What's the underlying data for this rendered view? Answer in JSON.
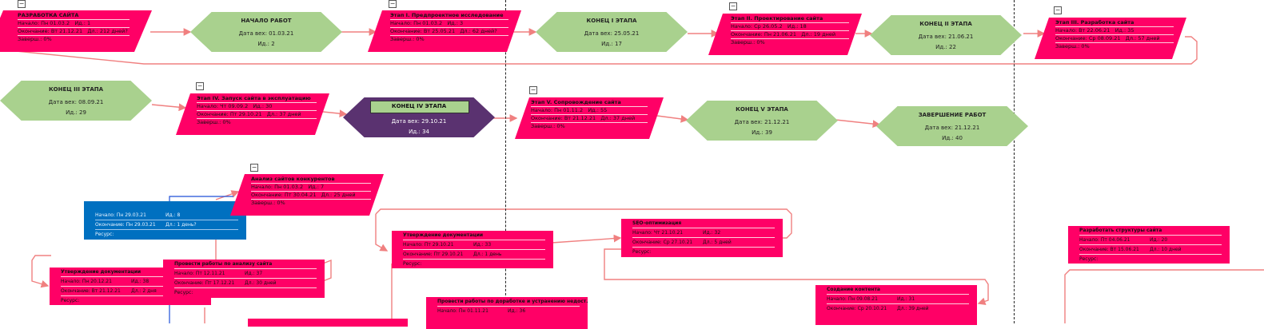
{
  "labels": {
    "start": "Начало:",
    "end": "Окончание:",
    "id": "Ид.:",
    "dur": "Дл.:",
    "done": "Заверш.:",
    "res": "Ресурс:",
    "date": "Дата вех:"
  },
  "phases": [
    {
      "title": "РАЗРАБОТКА САЙТА",
      "start": "Пн 01.03.2",
      "id": "1",
      "end": "Вт 21.12.21",
      "dur": "212 дней?",
      "done": "0%"
    },
    {
      "title": "Этап I. Предпроектное исследование",
      "start": "Пн 01.03.2",
      "id": "3",
      "end": "Вт 25.05.21",
      "dur": "62 дней?",
      "done": "0%"
    },
    {
      "title": "Этап II. Проектирование сайта",
      "start": "Ср 26.05.2",
      "id": "18",
      "end": "Пн 21.06.21",
      "dur": "19 дней",
      "done": "0%"
    },
    {
      "title": "Этап III. Разработка сайта",
      "start": "Вт 22.06.21",
      "id": "35",
      "end": "Ср 08.09.21",
      "dur": "57 дней",
      "done": "0%"
    },
    {
      "title": "Этап IV. Запуск сайта в эксплуатацию",
      "start": "Чт 09.09.2",
      "id": "30",
      "end": "Пт 29.10.21",
      "dur": "37 дней",
      "done": "0%"
    },
    {
      "title": "Этап V. Сопровождение сайта",
      "start": "Пн 01.11.2",
      "id": "55",
      "end": "Вт 21.12.21",
      "dur": "37 дней",
      "done": "0%"
    },
    {
      "title": "Анализ сайтов конкурентов",
      "start": "Пн 01.03.2",
      "id": "7",
      "end": "Пт 30.04.21",
      "dur": "25 дней",
      "done": "0%"
    }
  ],
  "milestones": [
    {
      "title": "НАЧАЛО РАБОТ",
      "date": "01.03.21",
      "id": "2"
    },
    {
      "title": "КОНЕЦ I ЭТАПА",
      "date": "25.05.21",
      "id": "17"
    },
    {
      "title": "КОНЕЦ II ЭТАПА",
      "date": "21.06.21",
      "id": "22"
    },
    {
      "title": "КОНЕЦ III ЭТАПА",
      "date": "08.09.21",
      "id": "29"
    },
    {
      "title": "КОНЕЦ IV ЭТАПА",
      "date": "29.10.21",
      "id": "34"
    },
    {
      "title": "КОНЕЦ V ЭТАПА",
      "date": "21.12.21",
      "id": "39"
    },
    {
      "title": "ЗАВЕРШЕНИЕ РАБОТ",
      "date": "21.12.21",
      "id": "40"
    }
  ],
  "tasks": [
    {
      "title": "",
      "start": "Пн 29.03.21",
      "id": "8",
      "end": "Пн 29.03.21",
      "dur": "1 день?"
    },
    {
      "title": "Утверждение документации",
      "start": "Пт 29.10.21",
      "id": "33",
      "end": "Пт 29.10.21",
      "dur": "1 день"
    },
    {
      "title": "SEO-оптимизация",
      "start": "Чт 21.10.21",
      "id": "32",
      "end": "Ср 27.10.21",
      "dur": "5 дней"
    },
    {
      "title": "Разработать структуры сайта",
      "start": "Пт 04.06.21",
      "id": "20",
      "end": "Вт 15.06.21",
      "dur": "10 дней"
    },
    {
      "title": "Утверждение документации",
      "start": "Пн 20.12.21",
      "id": "38",
      "end": "Вт 21.12.21",
      "dur": "2 дня"
    },
    {
      "title": "Провести работы по анализу сайта",
      "start": "Пт 12.11.21",
      "id": "37",
      "end": "Пт 17.12.21",
      "dur": "30 дней"
    },
    {
      "title": "Провести работы по доработке и устранению недост.",
      "start": "Пн 01.11.21",
      "id": "36",
      "end": "",
      "dur": ""
    },
    {
      "title": "Создание контента",
      "start": "Пн 09.08.21",
      "id": "31",
      "end": "Ср 20.10.21",
      "dur": "39 дней"
    }
  ]
}
